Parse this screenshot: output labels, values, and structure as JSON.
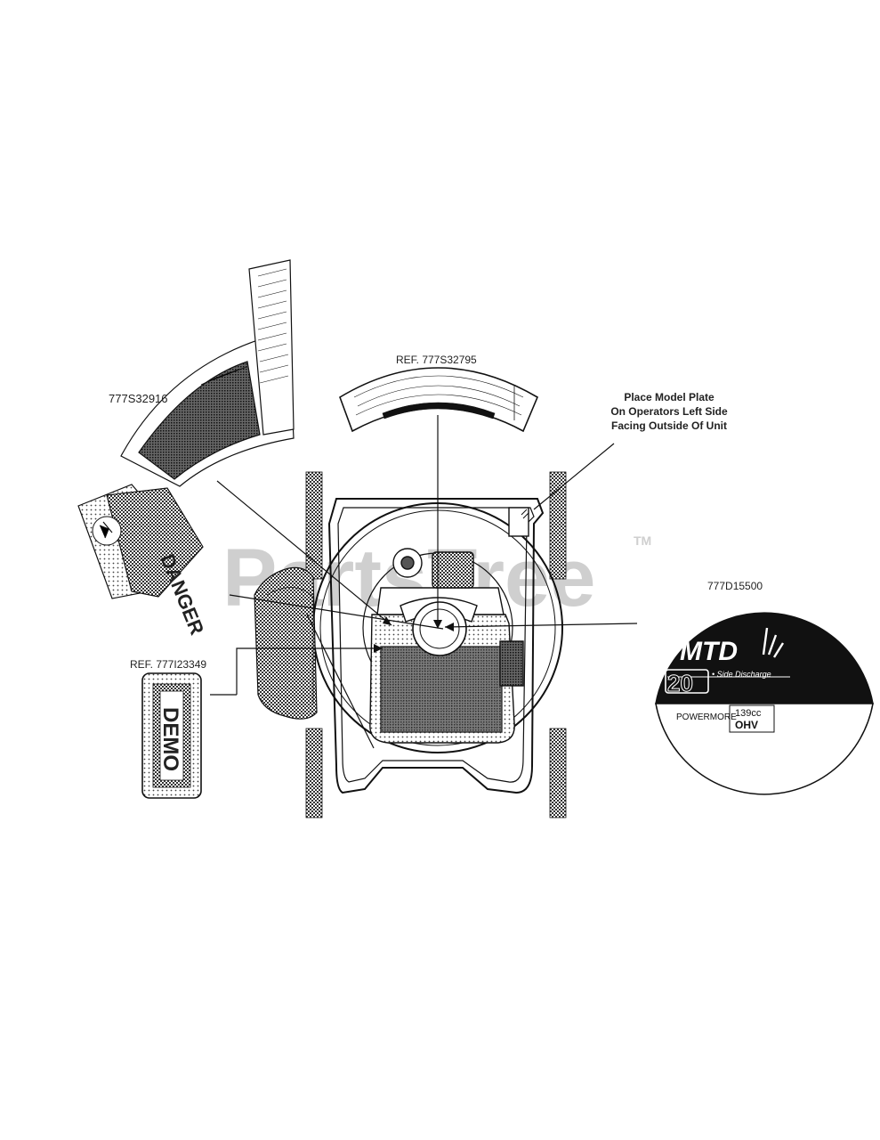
{
  "watermark": {
    "text": "PartsTree",
    "tm": "TM"
  },
  "labels": {
    "danger_decal": "777S32916",
    "instruction_decal": "REF. 777S32795",
    "model_plate": [
      "Place Model Plate",
      "On Operators Left Side",
      "Facing Outside Of Unit"
    ],
    "brand_decal": "777D15500",
    "demo_decal": "REF. 777I23349"
  },
  "decals": {
    "danger_word": "DANGER",
    "demo_word": "DEMO",
    "brand": "MTD",
    "deck_size": "20",
    "side_discharge": "• Side Discharge",
    "engine_brand": "POWERMORE",
    "engine_size": "139cc",
    "engine_type": "OHV"
  },
  "colors": {
    "line": "#111111",
    "hatch": "#555555",
    "watermark": "#cfcfcf"
  }
}
